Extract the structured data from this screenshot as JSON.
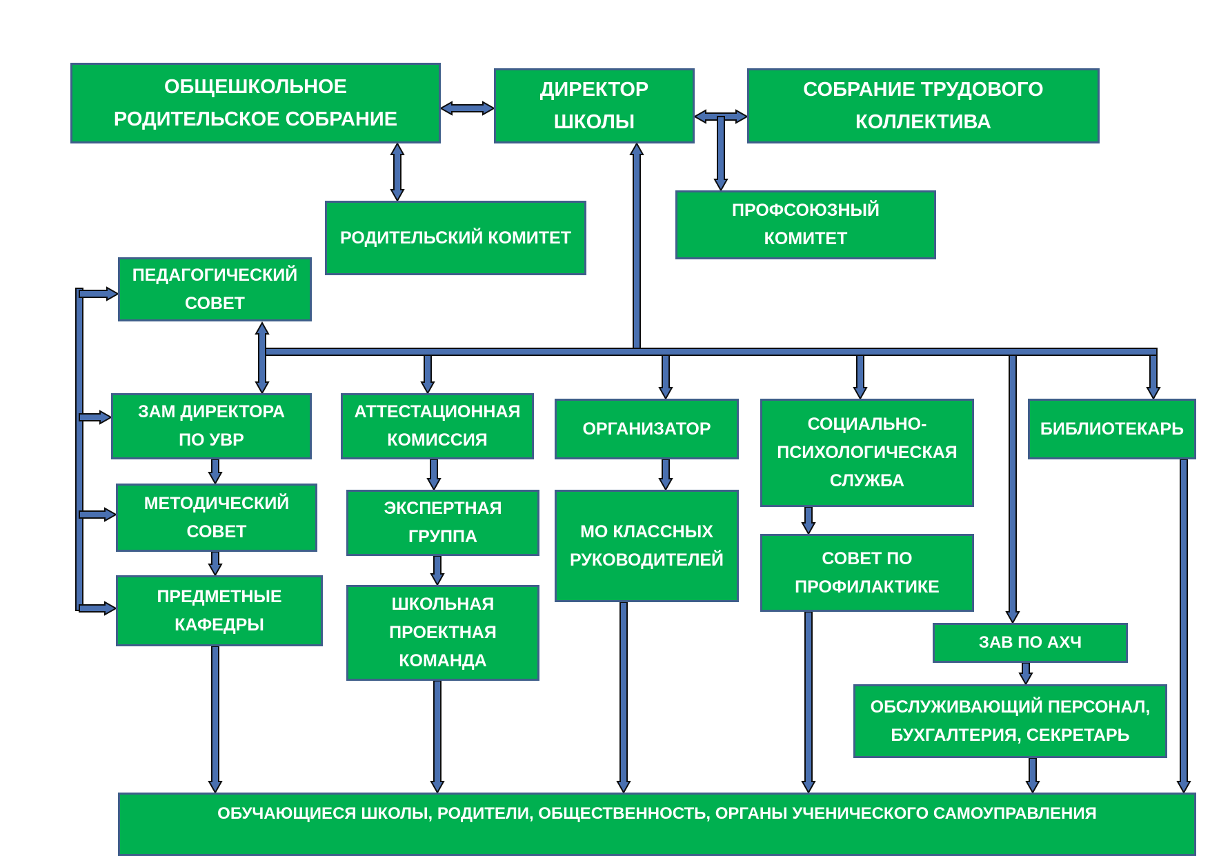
{
  "colors": {
    "box_fill": "#00b050",
    "box_border": "#3f5f8a",
    "box_text": "#ffffff",
    "connector_fill": "#4a70b0",
    "connector_outline": "#0d0d0d"
  },
  "nodes": {
    "parents_assembly": "ОБЩЕШКОЛЬНОЕ\nРОДИТЕЛЬСКОЕ СОБРАНИЕ",
    "director": "ДИРЕКТОР\nШКОЛЫ",
    "labor_assembly": "СОБРАНИЕ ТРУДОВОГО\nКОЛЛЕКТИВА",
    "parents_committee": "РОДИТЕЛЬСКИЙ КОМИТЕТ",
    "union_committee": "ПРОФСОЮЗНЫЙ\nКОМИТЕТ",
    "pedagogical_council": "ПЕДАГОГИЧЕСКИЙ\nСОВЕТ",
    "deputy_director": "ЗАМ ДИРЕКТОРА\nПО УВР",
    "methodical_council": "МЕТОДИЧЕСКИЙ\nСОВЕТ",
    "subject_departments": "ПРЕДМЕТНЫЕ\nКАФЕДРЫ",
    "attestation_commission": "АТТЕСТАЦИОННАЯ\nКОМИССИЯ",
    "expert_group": "ЭКСПЕРТНАЯ\nГРУППА",
    "project_team": "ШКОЛЬНАЯ\nПРОЕКТНАЯ\nКОМАНДА",
    "organizer": "ОРГАНИЗАТОР",
    "class_teachers": "МО КЛАССНЫХ\nРУКОВОДИТЕЛЕЙ",
    "social_service": "СОЦИАЛЬНО-\nПСИХОЛОГИЧЕСКАЯ\nСЛУЖБА",
    "prevention_council": "СОВЕТ ПО\nПРОФИЛАКТИКЕ",
    "librarian": "БИБЛИОТЕКАРЬ",
    "deputy_ahch": "ЗАВ ПО АХЧ",
    "service_staff": "ОБСЛУЖИВАЮЩИЙ ПЕРСОНАЛ,\nБУХГАЛТЕРИЯ, СЕКРЕТАРЬ",
    "students": "ОБУЧАЮЩИЕСЯ ШКОЛЫ, РОДИТЕЛИ, ОБЩЕСТВЕННОСТЬ, ОРГАНЫ УЧЕНИЧЕСКОГО САМОУПРАВЛЕНИЯ"
  },
  "connections": [
    {
      "from": "parents_assembly",
      "to": "director",
      "direction": "both"
    },
    {
      "from": "director",
      "to": "labor_assembly",
      "direction": "both"
    },
    {
      "from": "parents_assembly",
      "to": "parents_committee",
      "direction": "both"
    },
    {
      "from": "director",
      "to": "union_committee",
      "direction": "forward"
    },
    {
      "from": "pedagogical_council",
      "to": "deputy_director",
      "direction": "both"
    },
    {
      "from": "director",
      "to": "attestation_commission",
      "direction": "forward"
    },
    {
      "from": "director",
      "to": "organizer",
      "direction": "forward"
    },
    {
      "from": "director",
      "to": "social_service",
      "direction": "forward"
    },
    {
      "from": "director",
      "to": "deputy_ahch",
      "direction": "forward"
    },
    {
      "from": "director",
      "to": "librarian",
      "direction": "forward"
    },
    {
      "from": "deputy_director",
      "to": "methodical_council",
      "direction": "forward"
    },
    {
      "from": "methodical_council",
      "to": "subject_departments",
      "direction": "forward"
    },
    {
      "from": "attestation_commission",
      "to": "expert_group",
      "direction": "forward"
    },
    {
      "from": "expert_group",
      "to": "project_team",
      "direction": "forward"
    },
    {
      "from": "organizer",
      "to": "class_teachers",
      "direction": "forward"
    },
    {
      "from": "social_service",
      "to": "prevention_council",
      "direction": "forward"
    },
    {
      "from": "deputy_ahch",
      "to": "service_staff",
      "direction": "forward"
    },
    {
      "from": "subject_departments",
      "to": "students",
      "direction": "forward"
    },
    {
      "from": "project_team",
      "to": "students",
      "direction": "forward"
    },
    {
      "from": "class_teachers",
      "to": "students",
      "direction": "forward"
    },
    {
      "from": "prevention_council",
      "to": "students",
      "direction": "forward"
    },
    {
      "from": "service_staff",
      "to": "students",
      "direction": "forward"
    },
    {
      "from": "librarian",
      "to": "students",
      "direction": "forward"
    }
  ]
}
